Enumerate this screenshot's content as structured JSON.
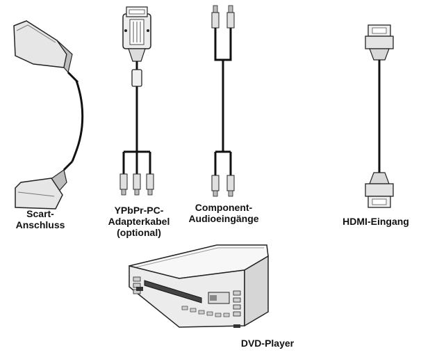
{
  "labels": {
    "scart_line1": "Scart-",
    "scart_line2": "Anschluss",
    "ypbpr_line1": "YPbPr-PC-",
    "ypbpr_line2": "Adapterkabel",
    "ypbpr_line3": "(optional)",
    "component_line1": "Component-",
    "component_line2": "Audioeingänge",
    "hdmi": "HDMI-Eingang",
    "dvd": "DVD-Player"
  },
  "colors": {
    "line": "#111111",
    "connector_fill": "#e6e6e6",
    "connector_stroke": "#222222",
    "tip_fill": "#bdbdbd",
    "background": "#ffffff"
  }
}
